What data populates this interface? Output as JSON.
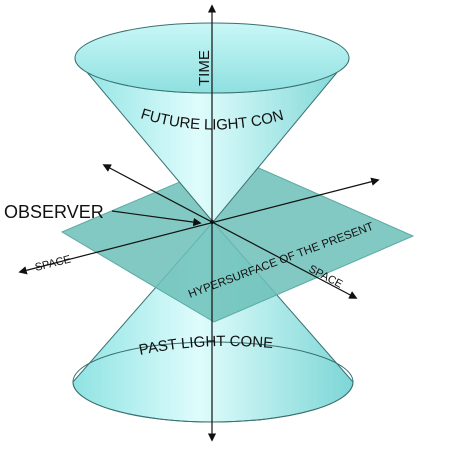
{
  "labels": {
    "time": "TIME",
    "future_light_cone": "FUTURE LIGHT CONE",
    "observer": "OBSERVER",
    "space_left": "SPACE",
    "space_right": "SPACE",
    "hypersurface": "HYPERSURFACE OF THE PRESENT",
    "past_light_cone": "PAST LIGHT CONE"
  },
  "colors": {
    "cone_light": "#dcfbfb",
    "cone_mid": "#a8eeee",
    "cone_dark": "#6fcfcf",
    "cone_stroke": "#3a7070",
    "plane": "#6cbfb8",
    "axis": "#111111"
  }
}
